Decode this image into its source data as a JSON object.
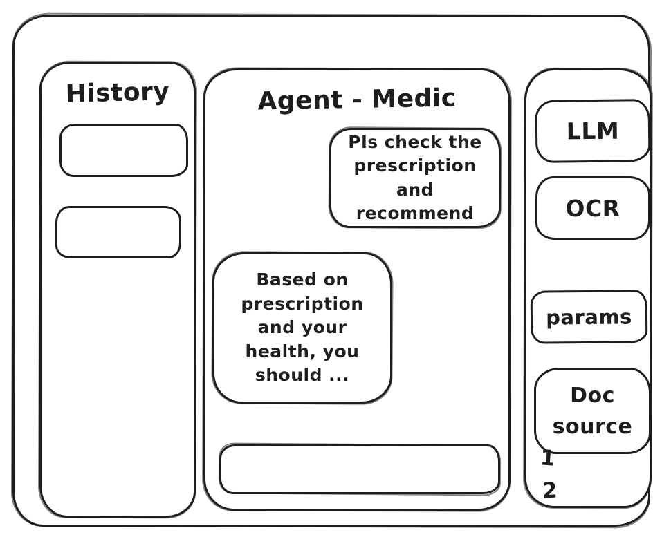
{
  "colors": {
    "ink": "#1e1e1e",
    "background": "#ffffff"
  },
  "history_panel": {
    "title": "History",
    "items": [
      {
        "label": ""
      },
      {
        "label": ""
      }
    ]
  },
  "chat_panel": {
    "title": "Agent - Medic",
    "messages": [
      {
        "role": "user",
        "text": "Pls check the prescription and recommend"
      },
      {
        "role": "agent",
        "text": "Based on prescription and your health, you should ..."
      }
    ],
    "input": {
      "value": "",
      "placeholder": ""
    }
  },
  "tools_panel": {
    "buttons": [
      {
        "label": "LLM"
      },
      {
        "label": "OCR"
      },
      {
        "label": "params"
      },
      {
        "label": "Doc source"
      }
    ],
    "doc_source_items": [
      {
        "label": "1"
      },
      {
        "label": "2"
      }
    ]
  }
}
